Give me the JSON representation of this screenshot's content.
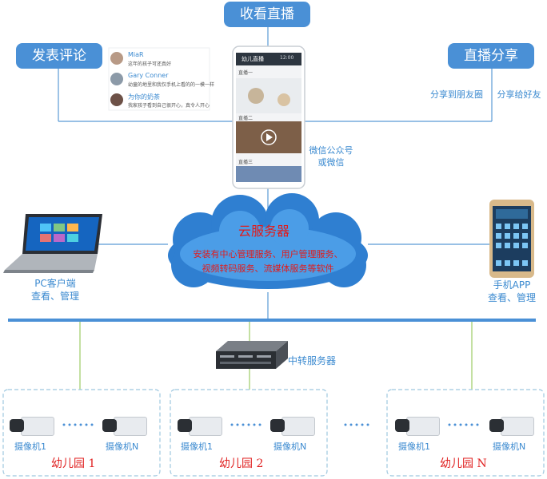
{
  "top": {
    "watch_live": "收看直播",
    "post_comment": "发表评论",
    "live_share": "直播分享"
  },
  "share": {
    "moments": "分享到朋友圈",
    "friends": "分享给好友"
  },
  "wechat": {
    "line1": "微信公众号",
    "line2": "或微信"
  },
  "comments": [
    {
      "name": "MiaR",
      "text": "这年的孩子可还真好"
    },
    {
      "name": "Gary Conner",
      "text": "幼童的地里和我仅手机上看的的一模一样"
    },
    {
      "name": "为你的奶茶",
      "text": "我家孩子看到自己很开心，真令人开心"
    }
  ],
  "phone": {
    "app_title": "幼儿直播",
    "section1": "直播一",
    "section2": "直播二",
    "section3": "直播三",
    "status": "12:00"
  },
  "cloud": {
    "title": "云服务器",
    "desc1": "安装有中心管理服务、用户管理服务、",
    "desc2": "视频转码服务、流媒体服务等软件"
  },
  "pc": {
    "line1": "PC客户端",
    "line2": "查看、管理"
  },
  "mobile": {
    "line1": "手机APP",
    "line2": "查看、管理"
  },
  "relay": {
    "label": "中转服务器"
  },
  "kindergartens": [
    {
      "name": "幼儿园 1",
      "cam1": "摄像机1",
      "camN": "摄像机N"
    },
    {
      "name": "幼儿园 2",
      "cam1": "摄像机1",
      "camN": "摄像机N"
    },
    {
      "name": "幼儿园 N",
      "cam1": "摄像机1",
      "camN": "摄像机N"
    }
  ],
  "colors": {
    "accent": "#4a90d6",
    "line": "#5b9bd5",
    "green_line": "#9ccc65",
    "red_text": "#e02020",
    "dashed": "#9ec7df"
  }
}
